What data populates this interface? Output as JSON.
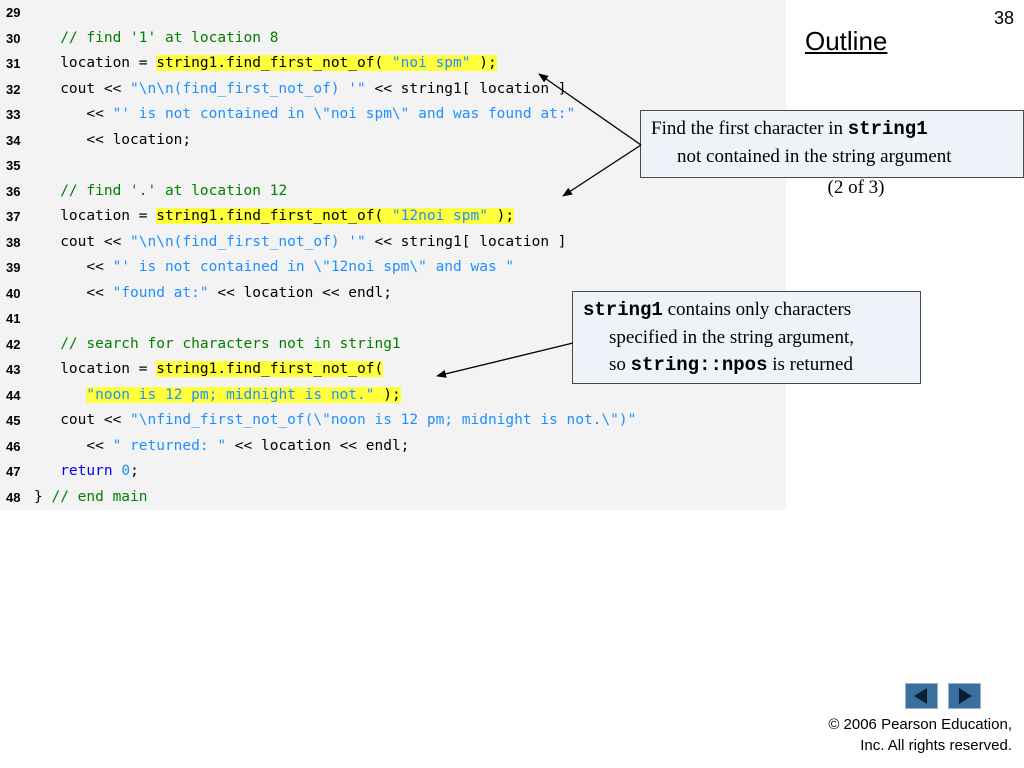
{
  "slide": {
    "number": "38",
    "outline_title": "Outline",
    "page_indicator": "(2 of 3)"
  },
  "code": {
    "lines": [
      {
        "n": "29",
        "segs": []
      },
      {
        "n": "30",
        "segs": [
          {
            "t": "   "
          },
          {
            "t": "// find '1' at location 8",
            "c": "cm"
          }
        ]
      },
      {
        "n": "31",
        "segs": [
          {
            "t": "   location = "
          },
          {
            "t": "string1.find_first_not_of( ",
            "h": true
          },
          {
            "t": "\"noi spm\"",
            "c": "st",
            "h": true
          },
          {
            "t": " );",
            "h": true
          }
        ]
      },
      {
        "n": "32",
        "segs": [
          {
            "t": "   cout << "
          },
          {
            "t": "\"\\n\\n(find_first_not_of) '\"",
            "c": "st"
          },
          {
            "t": " << string1[ location ]"
          }
        ]
      },
      {
        "n": "33",
        "segs": [
          {
            "t": "      << "
          },
          {
            "t": "\"' is not contained in \\\"noi spm\\\" and was found at:\"",
            "c": "st"
          }
        ]
      },
      {
        "n": "34",
        "segs": [
          {
            "t": "      << location;"
          }
        ]
      },
      {
        "n": "35",
        "segs": []
      },
      {
        "n": "36",
        "segs": [
          {
            "t": "   "
          },
          {
            "t": "// find '.' at location 12",
            "c": "cm"
          }
        ]
      },
      {
        "n": "37",
        "segs": [
          {
            "t": "   location = "
          },
          {
            "t": "string1.find_first_not_of( ",
            "h": true
          },
          {
            "t": "\"12noi spm\"",
            "c": "st",
            "h": true
          },
          {
            "t": " );",
            "h": true
          }
        ]
      },
      {
        "n": "38",
        "segs": [
          {
            "t": "   cout << "
          },
          {
            "t": "\"\\n\\n(find_first_not_of) '\"",
            "c": "st"
          },
          {
            "t": " << string1[ location ]"
          }
        ]
      },
      {
        "n": "39",
        "segs": [
          {
            "t": "      << "
          },
          {
            "t": "\"' is not contained in \\\"12noi spm\\\" and was \"",
            "c": "st"
          }
        ]
      },
      {
        "n": "40",
        "segs": [
          {
            "t": "      << "
          },
          {
            "t": "\"found at:\"",
            "c": "st"
          },
          {
            "t": " << location << endl;"
          }
        ]
      },
      {
        "n": "41",
        "segs": []
      },
      {
        "n": "42",
        "segs": [
          {
            "t": "   "
          },
          {
            "t": "// search for characters not in string1",
            "c": "cm"
          }
        ]
      },
      {
        "n": "43",
        "segs": [
          {
            "t": "   location = "
          },
          {
            "t": "string1.find_first_not_of(",
            "h": true
          }
        ]
      },
      {
        "n": "44",
        "segs": [
          {
            "t": "      "
          },
          {
            "t": "\"noon is 12 pm; midnight is not.\"",
            "c": "st",
            "h": true
          },
          {
            "t": " );",
            "h": true
          }
        ]
      },
      {
        "n": "45",
        "segs": [
          {
            "t": "   cout << "
          },
          {
            "t": "\"\\nfind_first_not_of(\\\"noon is 12 pm; midnight is not.\\\")\"",
            "c": "st"
          }
        ]
      },
      {
        "n": "46",
        "segs": [
          {
            "t": "      << "
          },
          {
            "t": "\" returned: \"",
            "c": "st"
          },
          {
            "t": " << location << endl;"
          }
        ]
      },
      {
        "n": "47",
        "segs": [
          {
            "t": "   "
          },
          {
            "t": "return",
            "c": "kw"
          },
          {
            "t": " "
          },
          {
            "t": "0",
            "c": "st"
          },
          {
            "t": ";"
          }
        ]
      },
      {
        "n": "48",
        "segs": [
          {
            "t": "} "
          },
          {
            "t": "// end main",
            "c": "cm"
          }
        ]
      }
    ]
  },
  "callouts": {
    "first": {
      "line1_prefix": "Find the first character in ",
      "line1_code": "string1",
      "line2": "not contained in the string argument"
    },
    "second": {
      "line1_code": "string1",
      "line1_suffix": " contains only characters",
      "line2": "specified in the string argument,",
      "line3_prefix": "so ",
      "line3_code": "string::npos",
      "line3_suffix": " is returned"
    }
  },
  "footer": {
    "copyright_line1": "© 2006 Pearson Education,",
    "copyright_line2": "Inc.  All rights reserved."
  },
  "colors": {
    "comment": "#008000",
    "string": "#1e90ff",
    "keyword": "#0000ff",
    "highlight": "#ffff3c",
    "callout_bg": "#eef3fa",
    "nav_button": "#3a6fa0"
  },
  "icons": {
    "prev": "triangle-left-icon",
    "next": "triangle-right-icon"
  }
}
